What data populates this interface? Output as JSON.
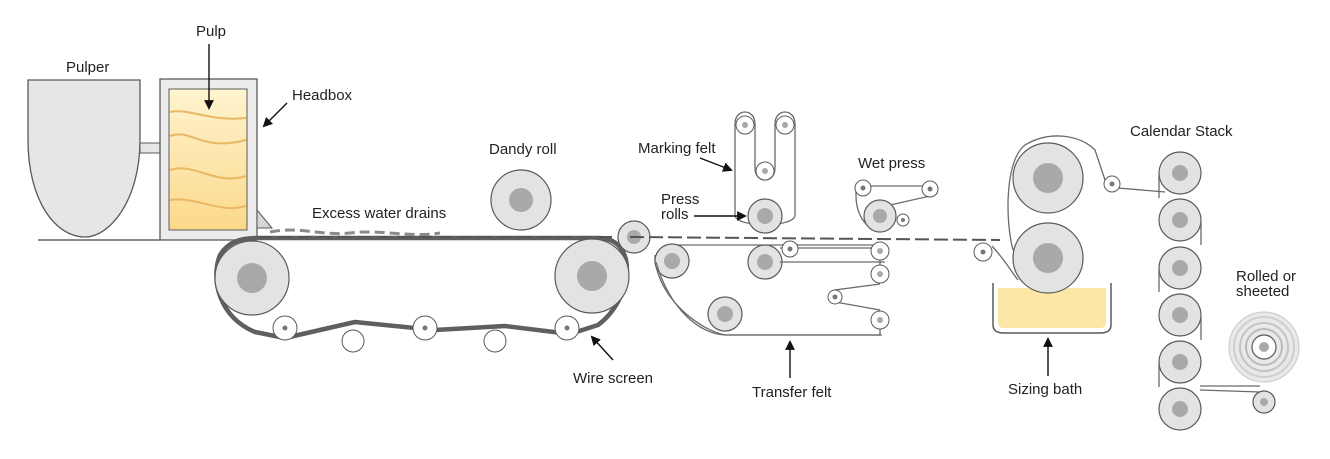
{
  "labels": {
    "pulp": "Pulp",
    "pulper": "Pulper",
    "headbox": "Headbox",
    "dandy_roll": "Dandy roll",
    "excess_water": "Excess water drains",
    "marking_felt": "Marking felt",
    "press_rolls_line1": "Press",
    "press_rolls_line2": "rolls",
    "wet_press": "Wet press",
    "calendar_stack": "Calendar Stack",
    "rolled_line1": "Rolled or",
    "rolled_line2": "sheeted",
    "wire_screen": "Wire screen",
    "transfer_felt": "Transfer felt",
    "sizing_bath": "Sizing bath"
  },
  "colors": {
    "pulp_fill": "#fde9b4",
    "sizing_bath_fill": "#fde7a6",
    "roll_fill": "#e3e3e3",
    "roll_hub": "#a9a9a9",
    "line": "#5a5a5a"
  }
}
